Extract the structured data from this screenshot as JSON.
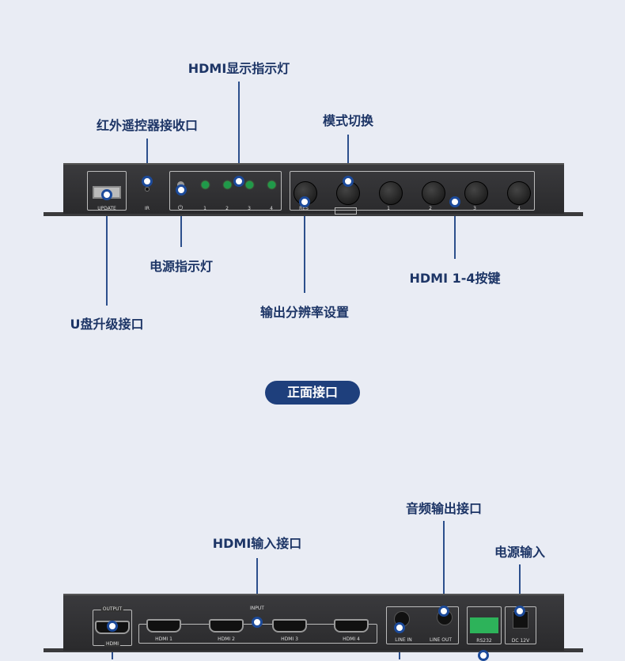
{
  "front": {
    "title": "正面接口",
    "labels": {
      "hdmi_indicator": "HDMI显示指示灯",
      "ir_receiver": "红外遥控器接收口",
      "mode_switch": "模式切换",
      "power_indicator": "电源指示灯",
      "usb_upgrade": "U盘升级接口",
      "output_resolution": "输出分辨率设置",
      "hdmi_buttons": "HDMI 1-4按键"
    },
    "panel": {
      "update": "UPDATE",
      "ir": "IR",
      "power_symbol": "⏻",
      "led_nums": [
        "1",
        "2",
        "3",
        "4"
      ],
      "res": "RES",
      "btn_nums": [
        "1",
        "2",
        "3",
        "4"
      ]
    }
  },
  "back": {
    "labels": {
      "audio_out": "音频输出接口",
      "hdmi_input": "HDMI输入接口",
      "power_input": "电源输入"
    },
    "panel": {
      "output": "OUTPUT",
      "hdmi": "HDMI",
      "input": "INPUT",
      "inputs": [
        "HDMI 1",
        "HDMI 2",
        "HDMI 3",
        "HDMI 4"
      ],
      "line_in": "LINE IN",
      "line_out": "LINE OUT",
      "rs232": "RS232",
      "dc": "DC 12V"
    }
  }
}
